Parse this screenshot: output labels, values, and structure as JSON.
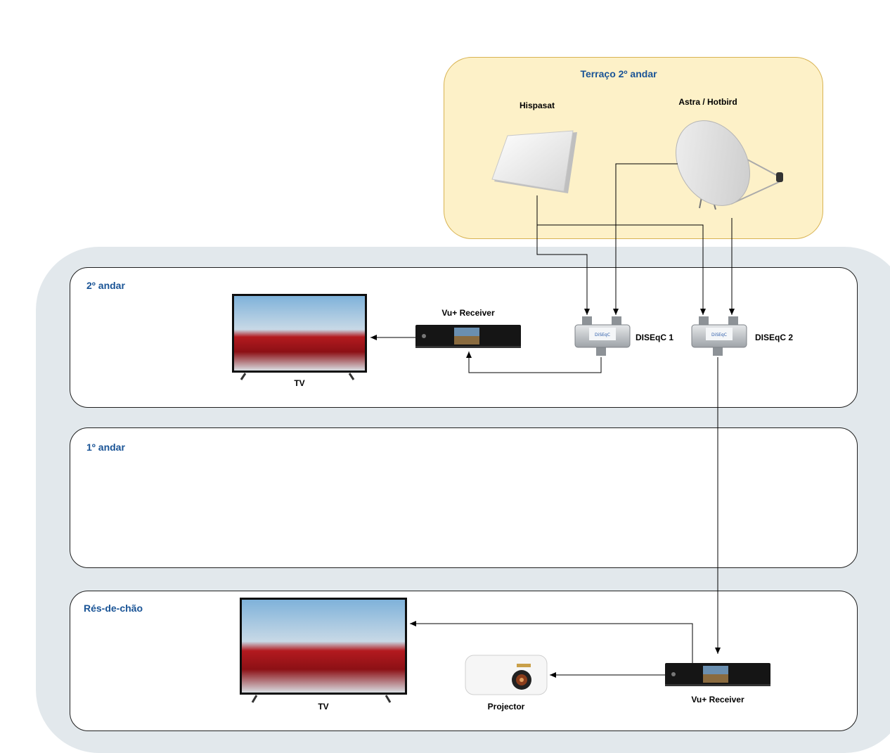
{
  "terrace": {
    "title": "Terraço 2º andar"
  },
  "floors": {
    "second": {
      "title": "2º andar"
    },
    "first": {
      "title": "1º andar"
    },
    "ground": {
      "title": "Rés-de-chão"
    }
  },
  "devices": {
    "hispasat": "Hispasat",
    "astra": "Astra / Hotbird",
    "diseqc1": "DISEqC 1",
    "diseqc2": "DISEqC 2",
    "receiver_top": "Vu+ Receiver",
    "receiver_bottom": "Vu+ Receiver",
    "tv_top": "TV",
    "tv_bottom": "TV",
    "projector": "Projector"
  },
  "colors": {
    "zone_title": "#1a5496",
    "terrace_fill": "#fdf1c8",
    "terrace_border": "#d8b352",
    "building_fill": "#e2e8ec"
  }
}
